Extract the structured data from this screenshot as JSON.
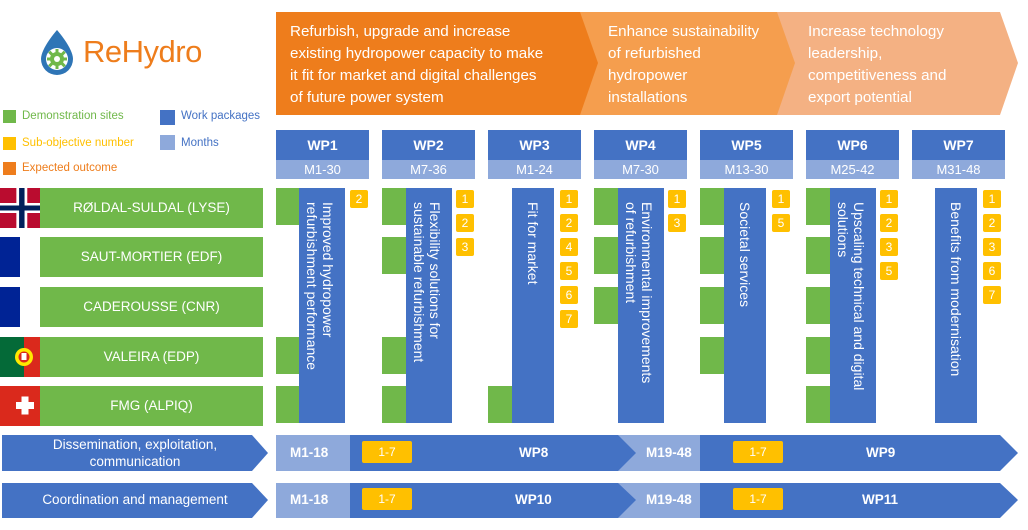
{
  "logo": {
    "text": "ReHydro"
  },
  "legend": [
    {
      "label": "Demonstration sites",
      "color": "#70b84a"
    },
    {
      "label": "Sub-objective number",
      "color": "#ffc000"
    },
    {
      "label": "Expected outcome",
      "color": "#ee7d1c"
    },
    {
      "label": "Work packages",
      "color": "#4472c4"
    },
    {
      "label": "Months",
      "color": "#8ea9db"
    }
  ],
  "outcomes": [
    {
      "lines": [
        "Refurbish, upgrade and increase",
        "existing hydropower capacity to make",
        "it fit for market and digital challenges",
        "of future power system"
      ]
    },
    {
      "lines": [
        "Enhance sustainability",
        "of refurbished",
        "hydropower",
        "installations"
      ]
    },
    {
      "lines": [
        "Increase technology",
        "leadership,",
        "competitiveness and",
        "export potential"
      ]
    }
  ],
  "work_packages": [
    {
      "id": "WP1",
      "months": "M1-30",
      "title": [
        "Improved hydropower",
        "refurbishment performance"
      ],
      "subobjectives": [
        "2"
      ]
    },
    {
      "id": "WP2",
      "months": "M7-36",
      "title": [
        "Flexibility solutions for",
        "sustainable refurbishment"
      ],
      "subobjectives": [
        "1",
        "2",
        "3"
      ]
    },
    {
      "id": "WP3",
      "months": "M1-24",
      "title": [
        "Fit for market"
      ],
      "subobjectives": [
        "1",
        "2",
        "4",
        "5",
        "6",
        "7"
      ]
    },
    {
      "id": "WP4",
      "months": "M7-30",
      "title": [
        "Environmental improvements",
        "of refurbishment"
      ],
      "subobjectives": [
        "1",
        "3"
      ]
    },
    {
      "id": "WP5",
      "months": "M13-30",
      "title": [
        "Societal services"
      ],
      "subobjectives": [
        "1",
        "5"
      ]
    },
    {
      "id": "WP6",
      "months": "M25-42",
      "title": [
        "Upscaling technical and digital",
        "solutions"
      ],
      "subobjectives": [
        "1",
        "2",
        "3",
        "5"
      ]
    },
    {
      "id": "WP7",
      "months": "M31-48",
      "title": [
        "Benefits from modernisation"
      ],
      "subobjectives": [
        "1",
        "2",
        "3",
        "6",
        "7"
      ]
    }
  ],
  "sites": [
    {
      "name": "RØLDAL-SULDAL (LYSE)",
      "flag": "norway"
    },
    {
      "name": "SAUT-MORTIER (EDF)",
      "flag": "france"
    },
    {
      "name": "CADEROUSSE (CNR)",
      "flag": "france"
    },
    {
      "name": "VALEIRA (EDP)",
      "flag": "portugal"
    },
    {
      "name": "FMG (ALPIQ)",
      "flag": "switzerland"
    }
  ],
  "bottom_rows": [
    {
      "label": [
        "Dissemination, exploitation,",
        "communication"
      ],
      "segments": [
        {
          "months": "M1-18",
          "subobj": "1-7",
          "wp": "WP8"
        },
        {
          "months": "M19-48",
          "subobj": "1-7",
          "wp": "WP9"
        }
      ]
    },
    {
      "label": [
        "Coordination and management"
      ],
      "segments": [
        {
          "months": "M1-18",
          "subobj": "1-7",
          "wp": "WP10"
        },
        {
          "months": "M19-48",
          "subobj": "1-7",
          "wp": "WP11"
        }
      ]
    }
  ]
}
